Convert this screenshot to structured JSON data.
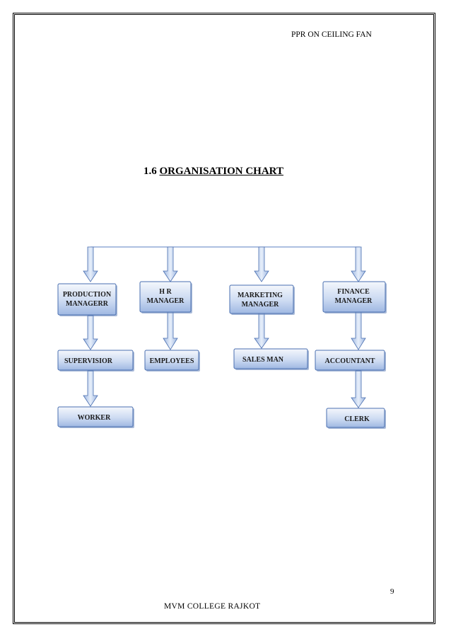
{
  "header": {
    "title": "PPR ON CEILING FAN"
  },
  "section": {
    "number": "1.6",
    "title": "ORGANISATION CHART"
  },
  "org": {
    "managers": [
      {
        "lines": [
          "PRODUCTION",
          "MANAGERR"
        ]
      },
      {
        "lines": [
          "H R",
          "MANAGER"
        ]
      },
      {
        "lines": [
          "MARKETING",
          "MANAGER"
        ]
      },
      {
        "lines": [
          "FINANCE",
          "MANAGER"
        ]
      }
    ],
    "level2": [
      "SUPERVISIOR",
      "EMPLOYEES",
      "SALES MAN",
      "ACCOUNTANT"
    ],
    "level3": [
      "WORKER",
      "CLERK"
    ]
  },
  "footer": {
    "college": "MVM  COLLEGE  RAJKOT",
    "page_number": "9"
  },
  "colors": {
    "box_fill_top": "#eef3fb",
    "box_fill_bottom": "#a9c0e6",
    "box_border": "#4a6fb0",
    "arrow_fill": "#b8ccec",
    "line": "#5a7fc0"
  }
}
